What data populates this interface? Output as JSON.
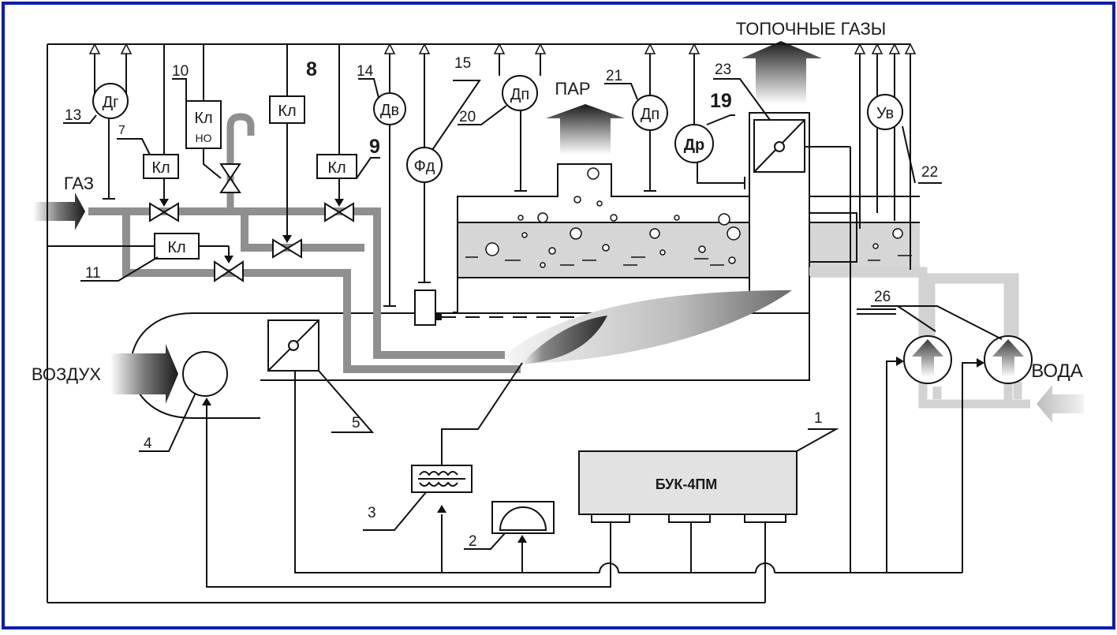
{
  "labels": {
    "flue_gases": "ТОПОЧНЫЕ ГАЗЫ",
    "steam": "ПАР",
    "gas": "ГАЗ",
    "air": "ВОЗДУХ",
    "water": "ВОДА",
    "controller": "БУК-4ПМ"
  },
  "devices": {
    "dg": "Дг",
    "kl": "Кл",
    "kl_no_top": "Кл",
    "kl_no_bottom": "НО",
    "dv": "Дв",
    "fd": "Фд",
    "dp": "Дп",
    "dr": "Др",
    "uv": "Ув"
  },
  "numbers": {
    "n1": "1",
    "n2": "2",
    "n3": "3",
    "n4": "4",
    "n5": "5",
    "n7": "7",
    "n8": "8",
    "n9": "9",
    "n10": "10",
    "n11": "11",
    "n13": "13",
    "n14": "14",
    "n15": "15",
    "n19": "19",
    "n20": "20",
    "n21": "21",
    "n22": "22",
    "n23": "23",
    "n26": "26"
  },
  "colors": {
    "frame": "#0a1ea8",
    "pipe_gas": "#8f8f8f",
    "water_fill": "#d6d6d6",
    "controller_fill": "#e2e2e2",
    "line": "#111111"
  }
}
